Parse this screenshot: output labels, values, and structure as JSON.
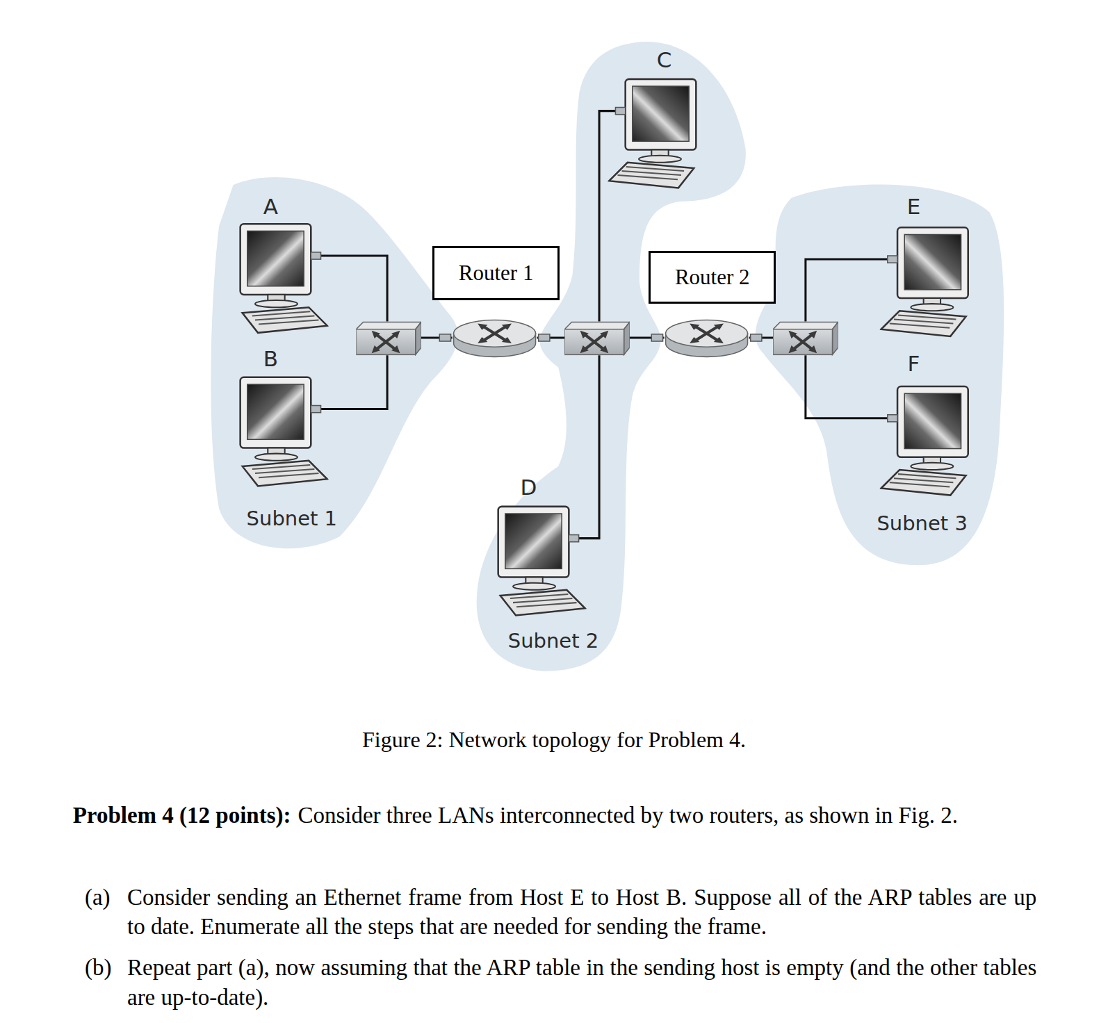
{
  "diagram": {
    "caption": "Figure 2: Network topology for Problem 4.",
    "nodes": [
      {
        "text": [
          "Subnet 1"
        ]
      },
      {
        "text": [
          "A"
        ],
        "in": 0
      },
      {
        "text": [
          "B"
        ],
        "in": 0
      },
      {
        "text": [
          "Subnet 2"
        ]
      },
      {
        "text": [
          "C"
        ],
        "in": 3
      },
      {
        "text": [
          "D"
        ],
        "in": 3
      },
      {
        "text": [
          "Subnet 3"
        ]
      },
      {
        "text": [
          "E"
        ],
        "in": 6
      },
      {
        "text": [
          "F"
        ],
        "in": 6
      },
      {
        "text": [
          "Router 1"
        ]
      },
      {
        "text": [
          "Router 2"
        ]
      }
    ],
    "labels": [
      "Problem 4 (12 points):",
      "Consider three LANs interconnected by two routers, as shown in Fig. 2.",
      "(a)",
      "Consider sending an Ethernet frame from Host E to Host B. Suppose all of the ARP tables are up to date. Enumerate all the steps that are needed for sending the frame.",
      "(b)",
      "Repeat part (a), now assuming that the ARP table in the sending host is empty (and the other tables are up-to-date)."
    ]
  }
}
